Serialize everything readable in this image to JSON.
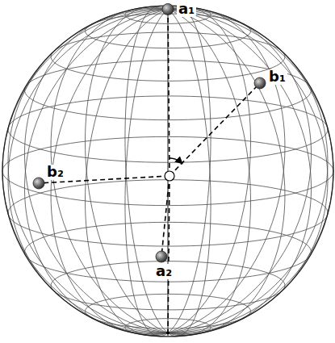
{
  "diagram": {
    "labels": [
      "a₁",
      "b₁",
      "b₂",
      "a₂"
    ]
  }
}
